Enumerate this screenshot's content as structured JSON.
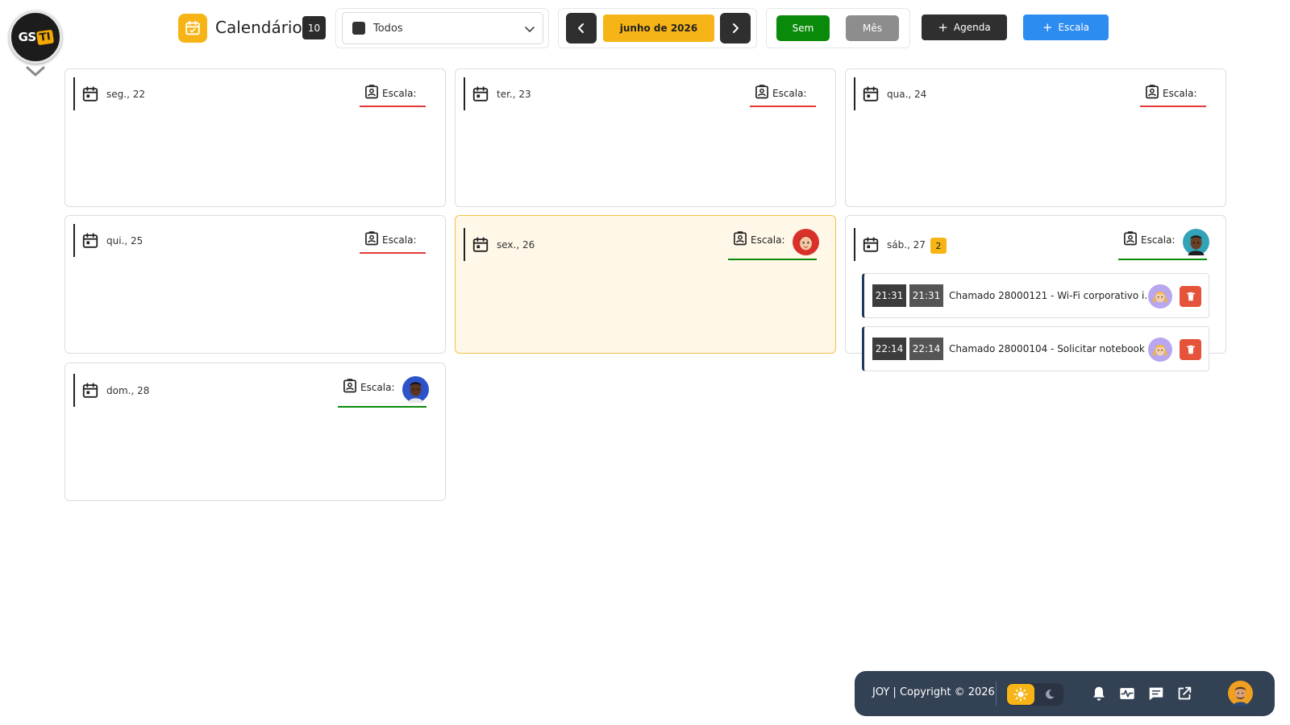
{
  "app": {
    "logo_text_left": "GS",
    "logo_text_right": "TI"
  },
  "header": {
    "title": "Calendário",
    "count": "10",
    "filter": {
      "value": "Todos"
    },
    "month_label": "junho de 2026",
    "views": {
      "week": "Sem",
      "month": "Mês"
    },
    "actions": {
      "agenda": "Agenda",
      "escala": "Escala"
    }
  },
  "days": [
    {
      "label": "seg., 22",
      "escala": "Escala:"
    },
    {
      "label": "ter., 23",
      "escala": "Escala:"
    },
    {
      "label": "qua., 24",
      "escala": "Escala:"
    },
    {
      "label": "qui., 25",
      "escala": "Escala:"
    },
    {
      "label": "sex., 26",
      "escala": "Escala:"
    },
    {
      "label": "sáb., 27",
      "escala": "Escala:",
      "badge": "2",
      "events": [
        {
          "start": "21:31",
          "end": "21:31",
          "title": "Chamado 28000121 - Wi-Fi corporativo i..."
        },
        {
          "start": "22:14",
          "end": "22:14",
          "title": "Chamado 28000104 - Solicitar notebook ..."
        }
      ]
    },
    {
      "label": "dom., 28",
      "escala": "Escala:"
    }
  ],
  "footer": {
    "copyright": "JOY | Copyright © 2026"
  },
  "colors": {
    "accent": "#f7b416",
    "week_btn": "#0a8a0a",
    "month_btn": "#8d8d8d",
    "primary": "#2d8cf0",
    "dark": "#2f2f2f",
    "footer_bg": "#334155",
    "missing": "#e33a3a",
    "delete": "#e5533a"
  }
}
